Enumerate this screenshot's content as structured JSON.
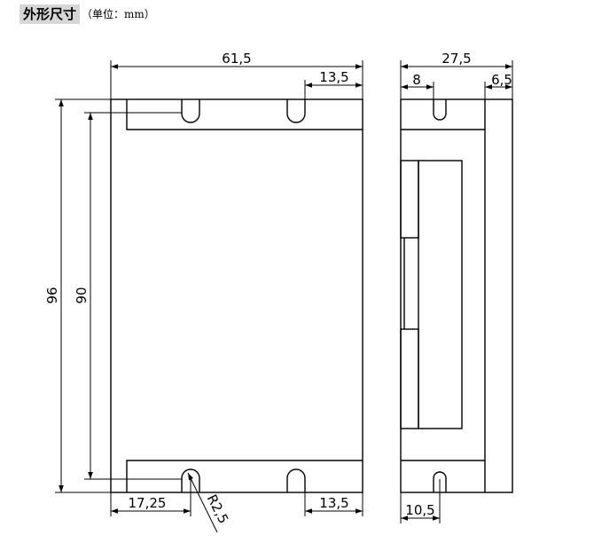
{
  "header": {
    "title": "外形尺寸",
    "unit_note": "（单位：mm）"
  },
  "front_view": {
    "width_label": "61,5",
    "height_outer_label": "96",
    "height_inner_label": "90",
    "top_slot_offset_label": "13,5",
    "bottom_left_offset_label": "17,25",
    "bottom_right_offset_label": "13,5",
    "radius_label": "R2,5"
  },
  "side_view": {
    "width_label": "27,5",
    "left_flange_label": "8",
    "right_flange_label": "6,5",
    "bottom_slot_label": "10,5"
  },
  "colors": {
    "line": "#000000",
    "title_background": "#d6d6d6"
  }
}
